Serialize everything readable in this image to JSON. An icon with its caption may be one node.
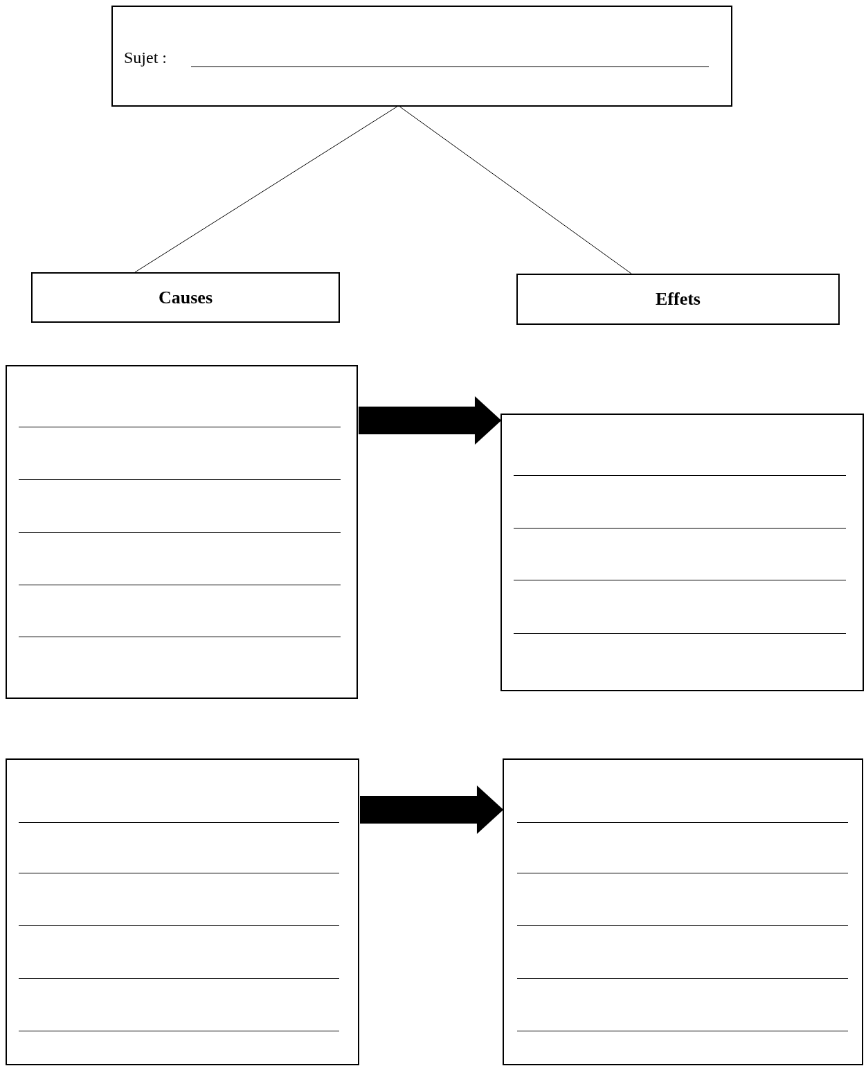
{
  "diagram": {
    "nodes": [
      {
        "text": [
          "Sujet :"
        ]
      },
      {
        "text": [
          "Causes"
        ]
      },
      {
        "text": [
          "Effets"
        ]
      },
      {
        "text": [],
        "shape": "box"
      },
      {
        "text": [],
        "shape": "box"
      },
      {
        "text": [],
        "shape": "box"
      },
      {
        "text": [],
        "shape": "box"
      }
    ],
    "edges": [
      {
        "from": 0,
        "to": 1,
        "arrow": "none"
      },
      {
        "from": 0,
        "to": 2,
        "arrow": "none"
      },
      {
        "from": 3,
        "to": 4,
        "arrow": "to",
        "style": "thick"
      },
      {
        "from": 5,
        "to": 6,
        "arrow": "to",
        "style": "thick"
      }
    ]
  }
}
